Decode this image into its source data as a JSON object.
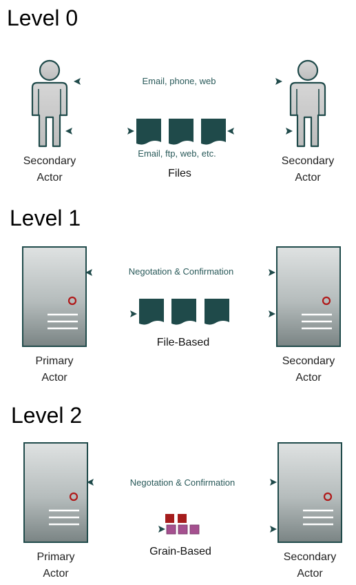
{
  "levels": [
    {
      "title": "Level 0",
      "left_actor": {
        "line1": "Secondary",
        "line2": "Actor",
        "icon": "person-icon"
      },
      "right_actor": {
        "line1": "Secondary",
        "line2": "Actor",
        "icon": "person-icon"
      },
      "link_label": "Email, phone, web",
      "transfer_label": "Email, ftp, web, etc.",
      "caption": "Files"
    },
    {
      "title": "Level 1",
      "left_actor": {
        "line1": "Primary",
        "line2": "Actor",
        "icon": "server-icon"
      },
      "right_actor": {
        "line1": "Secondary",
        "line2": "Actor",
        "icon": "server-icon"
      },
      "link_label": "Negotation & Confirmation",
      "caption": "File-Based"
    },
    {
      "title": "Level 2",
      "left_actor": {
        "line1": "Primary",
        "line2": "Actor",
        "icon": "server-icon"
      },
      "right_actor": {
        "line1": "Secondary",
        "line2": "Actor",
        "icon": "server-icon"
      },
      "link_label": "Negotation & Confirmation",
      "caption": "Grain-Based"
    }
  ],
  "colors": {
    "accent": "#1f4a4a",
    "server_top": "#d9dcdc",
    "server_bottom": "#7b8585",
    "person_fill": "#c8c8c8",
    "indicator": "#b01818",
    "grain_red": "#a51c1c",
    "grain_purple": "#a5508f"
  }
}
